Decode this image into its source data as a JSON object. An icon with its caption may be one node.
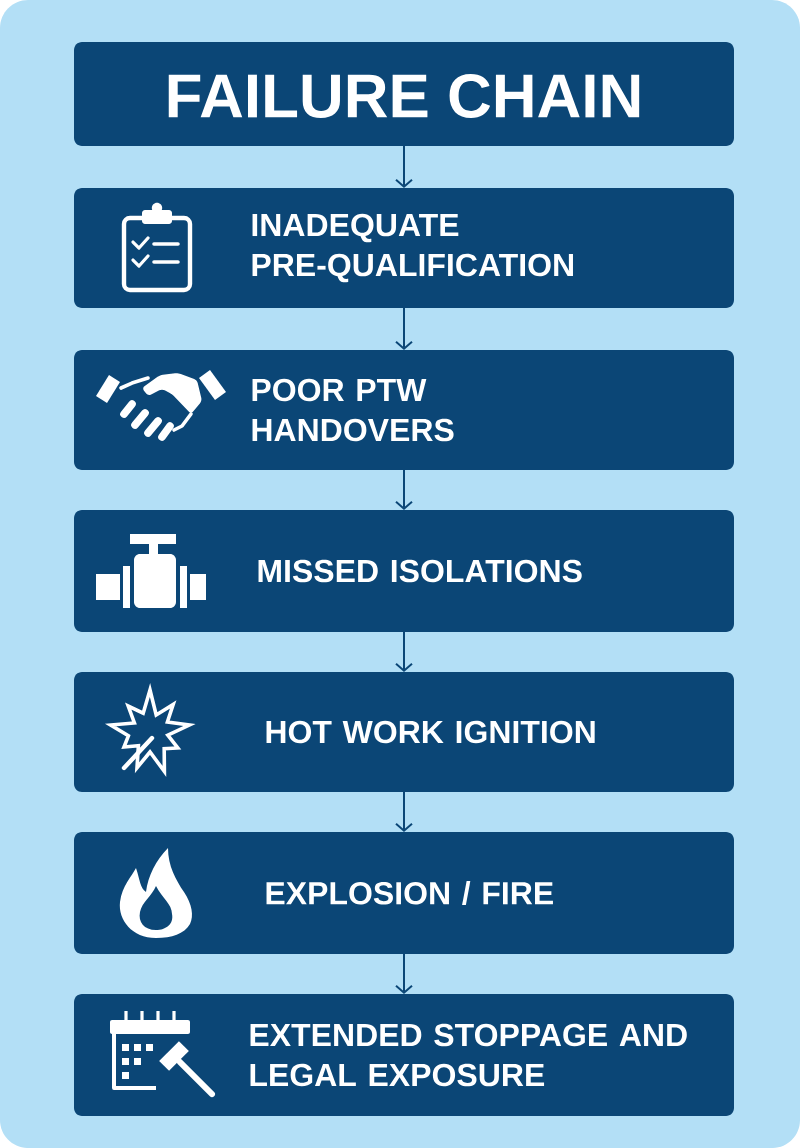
{
  "diagram": {
    "nodes": [
      {
        "text": [
          "FAILURE CHAIN"
        ]
      },
      {
        "text": [
          "INADEQUATE PRE-QUALIFICATION"
        ]
      },
      {
        "text": [
          "POOR PTW HANDOVERS"
        ]
      },
      {
        "text": [
          "MISSED ISOLATIONS"
        ]
      },
      {
        "text": [
          "HOT WORK IGNITION"
        ]
      },
      {
        "text": [
          "EXPLOSION / FIRE"
        ]
      },
      {
        "text": [
          "EXTENDED STOPPAGE AND LEGAL EXPOSURE"
        ]
      }
    ],
    "edges": [
      {
        "from": 0,
        "to": 1,
        "arrow": "to"
      },
      {
        "from": 1,
        "to": 2,
        "arrow": "to"
      },
      {
        "from": 2,
        "to": 3,
        "arrow": "to"
      },
      {
        "from": 3,
        "to": 4,
        "arrow": "to"
      },
      {
        "from": 4,
        "to": 5,
        "arrow": "to"
      },
      {
        "from": 5,
        "to": 6,
        "arrow": "to"
      }
    ]
  }
}
